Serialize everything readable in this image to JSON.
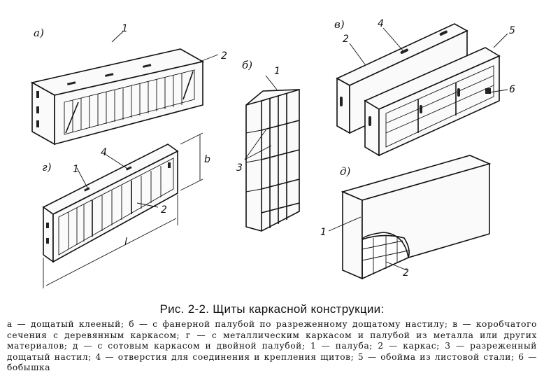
{
  "figure": {
    "panels": {
      "a": "а)",
      "b": "б)",
      "v": "в)",
      "g": "г)",
      "d": "д)"
    },
    "callouts": {
      "a_1": "1",
      "a_2": "2",
      "b_1": "1",
      "b_3": "3",
      "v_4": "4",
      "v_2": "2",
      "v_5": "5",
      "v_6": "6",
      "g_4": "4",
      "g_1": "1",
      "g_2": "2",
      "g_b": "b",
      "g_l": "l",
      "d_1": "1",
      "d_2": "2"
    }
  },
  "caption": {
    "title": "Рис. 2-2. Щиты каркасной конструкции:",
    "body": "а — дощатый клееный; б — с фанерной палубой по разреженному дощатому настилу; в — коробчатого сечения с деревянным каркасом; г — с металлическим каркасом и палубой из металла или других материалов; д — с сотовым каркасом и двойной палубой; 1 — палуба; 2 — каркас; 3 — разреженный дощатый настил; 4 — отверстия для соединения и крепления щитов; 5 — обойма из листовой стали; 6 — бобышка"
  }
}
